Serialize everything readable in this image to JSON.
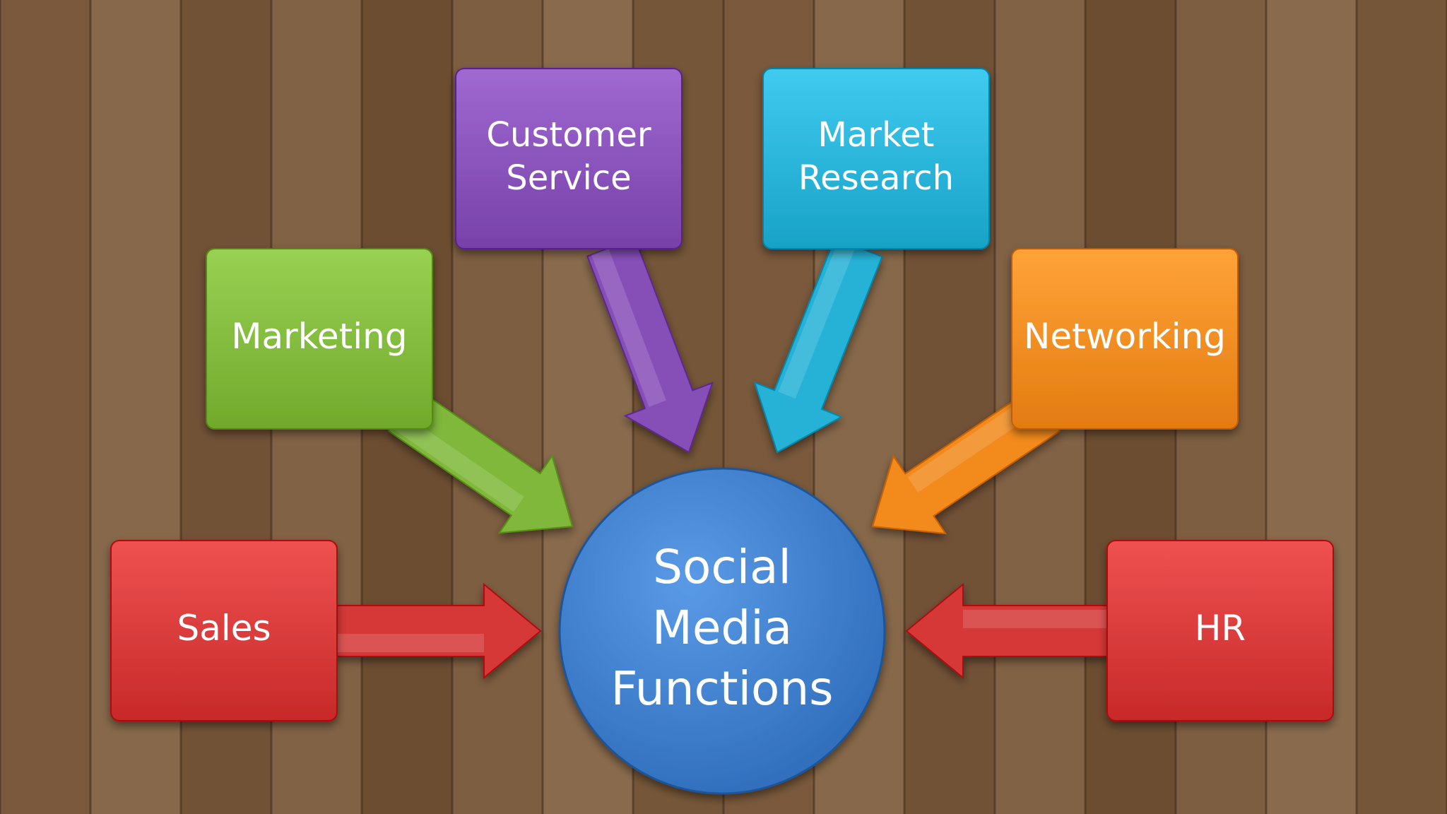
{
  "center": {
    "lines": [
      "Social",
      "Media",
      "Functions"
    ],
    "color": "#3a7fd0"
  },
  "nodes": [
    {
      "id": "customer-service",
      "lines": [
        "Customer",
        "Service"
      ],
      "color": "#8650b8"
    },
    {
      "id": "market-research",
      "lines": [
        "Market",
        "Research"
      ],
      "color": "#27b1d6"
    },
    {
      "id": "marketing",
      "lines": [
        "Marketing"
      ],
      "color": "#7fb83a"
    },
    {
      "id": "networking",
      "lines": [
        "Networking"
      ],
      "color": "#f28a1f"
    },
    {
      "id": "sales",
      "lines": [
        "Sales"
      ],
      "color": "#d63838"
    },
    {
      "id": "hr",
      "lines": [
        "HR"
      ],
      "color": "#d63838"
    }
  ]
}
